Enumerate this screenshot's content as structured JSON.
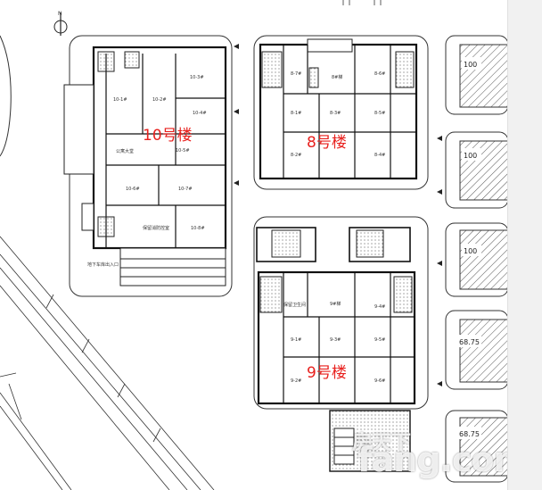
{
  "buildings": {
    "b10": "10号楼",
    "b8": "8号楼",
    "b9": "9号楼"
  },
  "units": {
    "b10": [
      "10-1#",
      "10-2#",
      "10-3#",
      "10-4#",
      "10-5#",
      "10-6#",
      "10-7#",
      "10-8#"
    ],
    "b8": [
      "8-7#",
      "8-6#",
      "8-1#",
      "8-3#",
      "8-5#",
      "8-2#",
      "8-4#"
    ],
    "b9": [
      "9-4#",
      "9-1#",
      "9-3#",
      "9-5#",
      "9-2#",
      "9-6#"
    ]
  },
  "rooms": {
    "lobby": "公寓大堂",
    "fire_control": "保留消防控室",
    "service_9": "保留卫生间",
    "service_8": "8#梯",
    "service_9b": "9#梯"
  },
  "notes": {
    "basement_exit": "地下车库出入口"
  },
  "plot_labels": [
    "100",
    "100",
    "100",
    "68.75",
    "68.75"
  ],
  "watermark": {
    "cn": "房天下",
    "url": "fang.com"
  },
  "colors": {
    "annotation": "#e8211e",
    "line": "#222222",
    "scrollbar": "#f1f1f1"
  }
}
